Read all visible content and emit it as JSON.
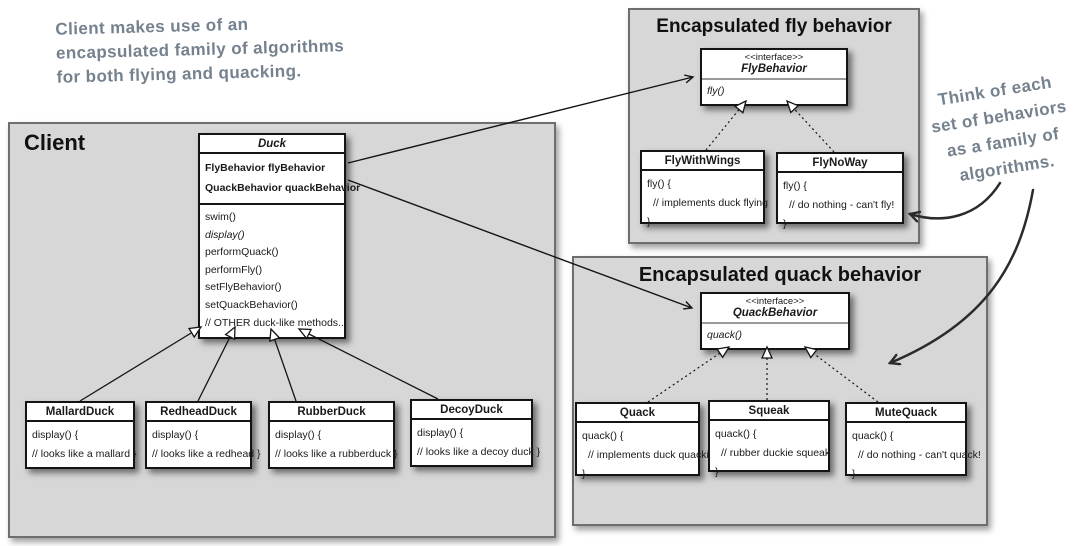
{
  "notes": {
    "client_note": {
      "line1": "Client makes use of an",
      "line2": "encapsulated family of algorithms",
      "line3": "for both flying and quacking."
    },
    "family_note": {
      "line1": "Think of each",
      "line2": "set of behaviors",
      "line3": "as a family of",
      "line4": "algorithms."
    }
  },
  "panels": {
    "client": {
      "title": "Client"
    },
    "fly": {
      "title": "Encapsulated fly behavior"
    },
    "quack": {
      "title": "Encapsulated quack behavior"
    }
  },
  "classes": {
    "duck": {
      "title": "Duck",
      "fields": [
        "FlyBehavior flyBehavior",
        "QuackBehavior quackBehavior"
      ],
      "methods": [
        "swim()",
        "display()",
        "performQuack()",
        "performFly()",
        "setFlyBehavior()",
        "setQuackBehavior()",
        "// OTHER duck-like methods..."
      ]
    },
    "fly_behavior": {
      "stereotype": "<<interface>>",
      "title": "FlyBehavior",
      "method": "fly()"
    },
    "quack_behavior": {
      "stereotype": "<<interface>>",
      "title": "QuackBehavior",
      "method": "quack()"
    },
    "mallard_duck": {
      "title": "MallardDuck",
      "body": [
        "display() {",
        "// looks like a mallard }"
      ]
    },
    "redhead_duck": {
      "title": "RedheadDuck",
      "body": [
        "display() {",
        "// looks like a redhead }"
      ]
    },
    "rubber_duck": {
      "title": "RubberDuck",
      "body": [
        "display() {",
        "// looks like a rubberduck }"
      ]
    },
    "decoy_duck": {
      "title": "DecoyDuck",
      "body": [
        "display() {",
        "// looks like a decoy duck }"
      ]
    },
    "fly_with_wings": {
      "title": "FlyWithWings",
      "body": [
        "fly() {",
        "// implements duck flying",
        "}"
      ]
    },
    "fly_no_way": {
      "title": "FlyNoWay",
      "body": [
        "fly() {",
        "// do nothing - can't fly!",
        "}"
      ]
    },
    "quack_impl": {
      "title": "Quack",
      "body": [
        "quack() {",
        "// implements duck quacking",
        "}"
      ]
    },
    "squeak": {
      "title": "Squeak",
      "body": [
        "quack() {",
        "// rubber duckie squeak",
        "}"
      ]
    },
    "mute_quack": {
      "title": "MuteQuack",
      "body": [
        "quack() {",
        "// do nothing - can't quack!",
        "}"
      ]
    }
  },
  "colors": {
    "panel_bg": "#d7d7d7",
    "panel_border": "#6e6e6e",
    "class_border": "#141414",
    "handwriting": "#76818e",
    "arrow": "#1a1a1a"
  }
}
